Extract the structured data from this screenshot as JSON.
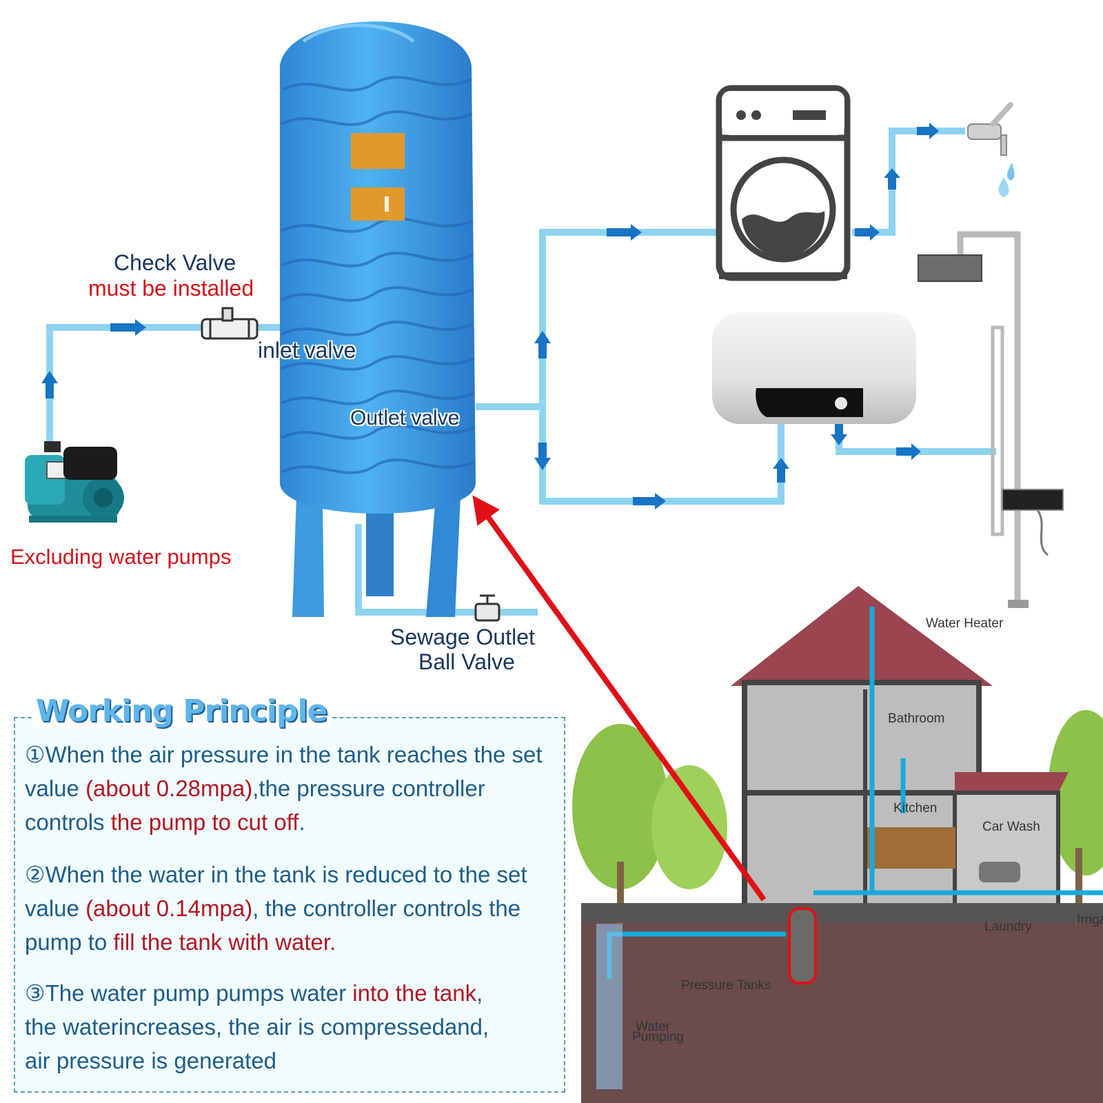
{
  "labels": {
    "check_valve": "Check Valve",
    "must_install": "must be installed",
    "inlet_valve": "inlet valve",
    "outlet_valve": "Outlet valve",
    "excluding_pumps": "Excluding water pumps",
    "sewage_line1": "Sewage Outlet",
    "sewage_line2": "Ball Valve"
  },
  "house": {
    "water_heater": "Water Heater",
    "bathroom": "Bathroom",
    "kitchen": "Kitchen",
    "car_wash": "Car Wash",
    "laundry": "Laundry",
    "pressure_tanks": "Pressure Tanks",
    "irrigation": "Irrigat",
    "water_pumping_1": "Water",
    "water_pumping_2": "Pumping"
  },
  "principle": {
    "title": "Working Principle",
    "steps": [
      {
        "num": "①",
        "a": "When the air pressure in the tank reaches the set value ",
        "b": "(about 0.28mpa)",
        "c": ",the pressure controller controls ",
        "d": "the pump to cut off",
        "e": "."
      },
      {
        "num": "②",
        "a": "When the water in the tank is reduced to the set value ",
        "b": "(about 0.14mpa)",
        "c": ", the controller controls the pump to ",
        "d": "fill the tank with water.",
        "e": ""
      },
      {
        "num": "③",
        "a": "The water pump pumps water ",
        "b": "into the tank",
        "c": ", the waterincreases, the air is compressedand, air pressure is generated",
        "d": "",
        "e": ""
      }
    ]
  },
  "colors": {
    "pipe": "#8dd3f0",
    "flow_arrow": "#1874c4",
    "tank": "#3d9be0",
    "pointer_arrow": "#e11016",
    "title_text": "#17365d",
    "warning_text": "#d0141c"
  }
}
